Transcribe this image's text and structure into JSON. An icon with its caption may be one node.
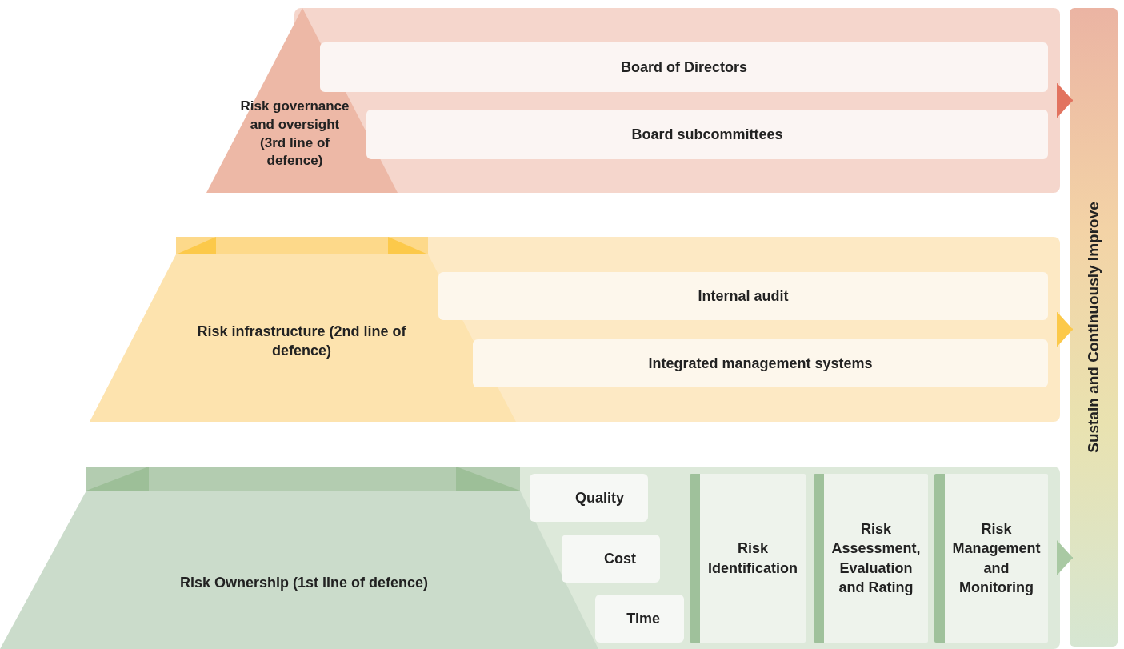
{
  "diagram": {
    "nodes": [
      {
        "text": [
          "Risk governance and oversight (3rd line of defence)"
        ]
      },
      {
        "text": [
          "Board of Directors"
        ],
        "in": 0
      },
      {
        "text": [
          "Board subcommittees"
        ],
        "in": 0
      },
      {
        "text": [
          "Risk infrastructure (2nd line of defence)"
        ]
      },
      {
        "text": [
          "Internal audit"
        ],
        "in": 3
      },
      {
        "text": [
          "Integrated management systems"
        ],
        "in": 3
      },
      {
        "text": [
          "Risk Ownership (1st line of defence)"
        ]
      },
      {
        "text": [
          "Quality"
        ],
        "in": 6
      },
      {
        "text": [
          "Cost"
        ],
        "in": 6
      },
      {
        "text": [
          "Time"
        ],
        "in": 6
      },
      {
        "text": [
          "Risk Identification"
        ],
        "in": 6
      },
      {
        "text": [
          "Risk Assessment, Evaluation and Rating"
        ],
        "in": 6
      },
      {
        "text": [
          "Risk Management and Monitoring"
        ],
        "in": 6
      },
      {
        "text": [
          "Sustain and Continuously Improve"
        ]
      }
    ],
    "edges": [
      {
        "from": 0,
        "to": 13,
        "arrow": "to",
        "color": "#e2735f"
      },
      {
        "from": 3,
        "to": 13,
        "arrow": "to",
        "color": "#fcc94a"
      },
      {
        "from": 6,
        "to": 13,
        "arrow": "to",
        "color": "#a9c9a3"
      }
    ]
  }
}
